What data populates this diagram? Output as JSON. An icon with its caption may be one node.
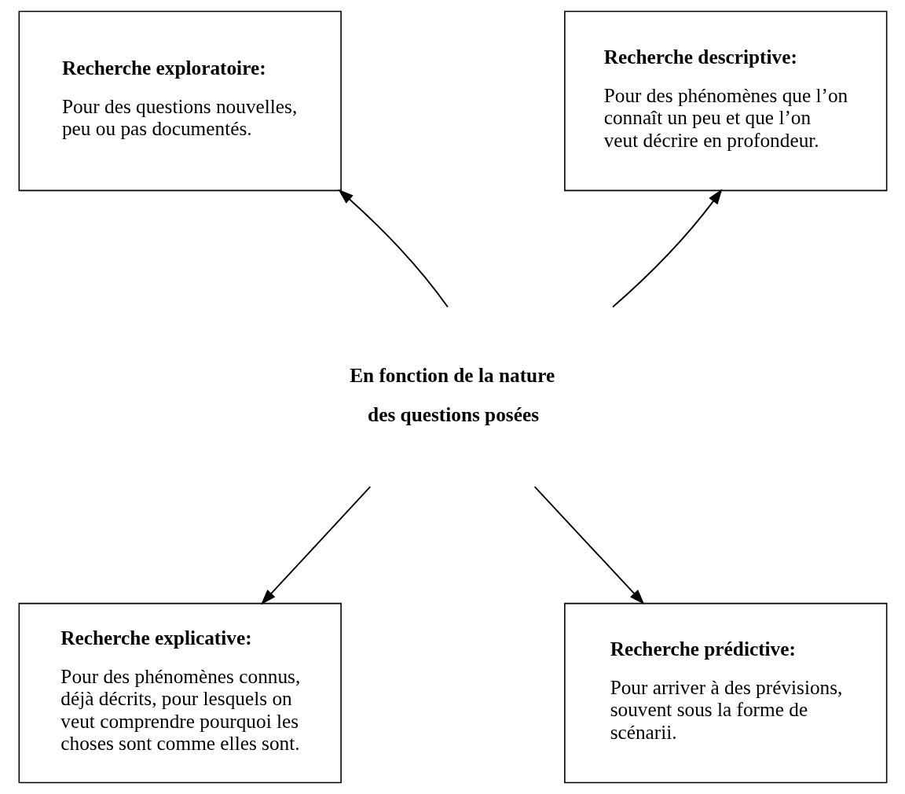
{
  "diagram": {
    "nodes": [
      {
        "text": [
          "En fonction de la nature des questions posées"
        ]
      },
      {
        "text": [
          "Recherche exploratoire:",
          "Pour des questions nouvelles, peu ou pas documentés."
        ]
      },
      {
        "text": [
          "Recherche descriptive:",
          "Pour des phénomènes que l’on connaît un peu et que l’on veut décrire en profondeur."
        ]
      },
      {
        "text": [
          "Recherche explicative:",
          "Pour des phénomènes connus, déjà décrits, pour lesquels on veut comprendre pourquoi les choses sont comme elles sont."
        ]
      },
      {
        "text": [
          "Recherche prédictive:",
          "Pour arriver à des prévisions, souvent sous la forme de scénarii."
        ]
      }
    ],
    "edges": [
      {
        "from": 0,
        "to": 1,
        "arrow": "to"
      },
      {
        "from": 0,
        "to": 2,
        "arrow": "to"
      },
      {
        "from": 0,
        "to": 3,
        "arrow": "to"
      },
      {
        "from": 0,
        "to": 4,
        "arrow": "to"
      }
    ]
  }
}
